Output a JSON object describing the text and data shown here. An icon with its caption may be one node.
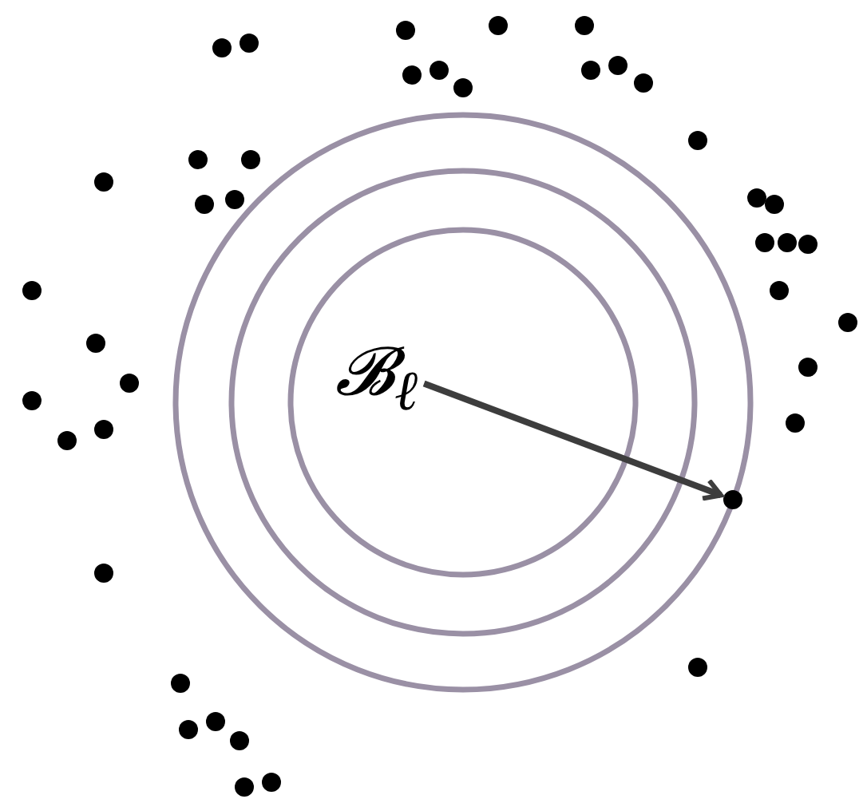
{
  "diagram": {
    "nodes": [
      {
        "text": [
          "𝓑$_{ℓ}$"
        ]
      },
      {
        "text": [],
        "shape": "circle"
      }
    ],
    "edges": [
      {
        "from": 0,
        "to": 1,
        "arrow": "to"
      }
    ]
  }
}
